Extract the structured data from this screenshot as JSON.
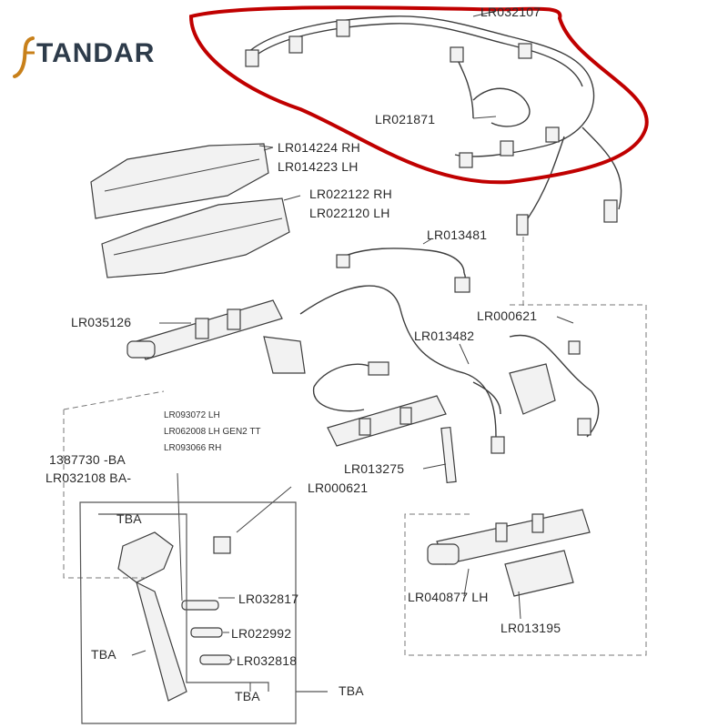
{
  "brand": {
    "name": "TANDAR",
    "color": "#2d3b4a",
    "accent": "#c8801a"
  },
  "highlight": {
    "color": "#c00000"
  },
  "labels": {
    "lr032107": "LR032107",
    "lr021871": "LR021871",
    "lr014224": "LR014224 RH",
    "lr014223": "LR014223 LH",
    "lr022122": "LR022122 RH",
    "lr022120": "LR022120 LH",
    "lr013481": "LR013481",
    "lr035126": "LR035126",
    "lr000621_a": "LR000621",
    "lr013482": "LR013482",
    "lr093072": "LR093072 LH",
    "lr062008": "LR062008 LH GEN2 TT",
    "lr093066": "LR093066 RH",
    "n1387730": "1387730 -BA",
    "lr032108": "LR032108 BA-",
    "lr013275": "LR013275",
    "lr000621_b": "LR000621",
    "tba_top": "TBA",
    "lr032817": "LR032817",
    "lr022992": "LR022992",
    "tba_left": "TBA",
    "lr032818": "LR032818",
    "tba_bottom": "TBA",
    "tba_right": "TBA",
    "lr040877": "LR040877 LH",
    "lr013195": "LR013195"
  }
}
